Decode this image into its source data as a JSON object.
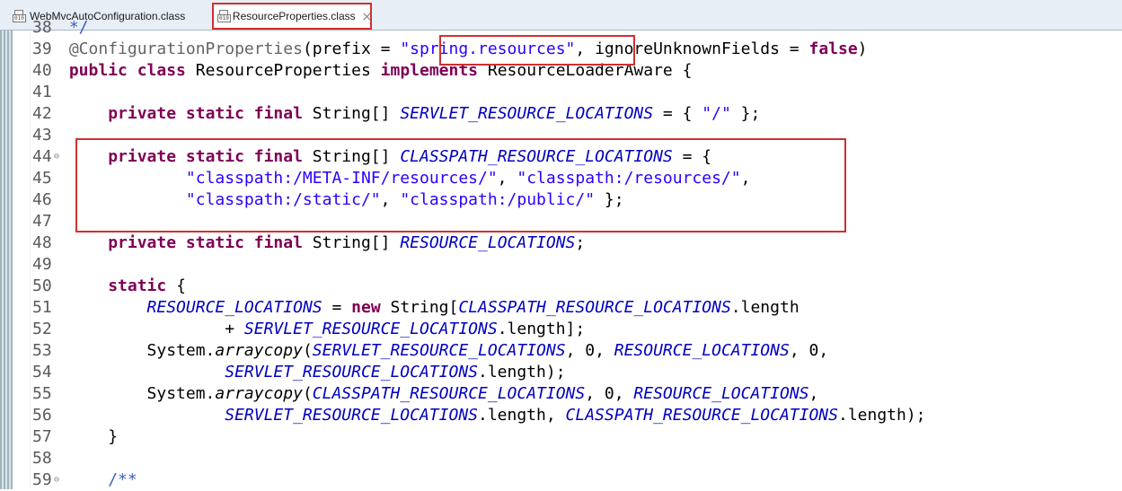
{
  "tabs": [
    {
      "label": "WebMvcAutoConfiguration.class"
    },
    {
      "label": "ResourceProperties.class"
    }
  ],
  "code": [
    {
      "n": "38",
      "fold": "",
      "tokens": [
        [
          "cmt",
          "*/"
        ]
      ]
    },
    {
      "n": "39",
      "fold": "",
      "tokens": [
        [
          "ann",
          "@ConfigurationProperties"
        ],
        [
          "",
          "(prefix = "
        ],
        [
          "str",
          "\"spring.resources\""
        ],
        [
          "",
          ", ignoreUnknownFields = "
        ],
        [
          "kw",
          "false"
        ],
        [
          "",
          ")"
        ]
      ]
    },
    {
      "n": "40",
      "fold": "",
      "tokens": [
        [
          "kw",
          "public class"
        ],
        [
          "",
          " ResourceProperties "
        ],
        [
          "kw",
          "implements"
        ],
        [
          "",
          " ResourceLoaderAware {"
        ]
      ]
    },
    {
      "n": "41",
      "fold": "",
      "tokens": []
    },
    {
      "n": "42",
      "fold": "",
      "tokens": [
        [
          "",
          "    "
        ],
        [
          "kw",
          "private static final"
        ],
        [
          "",
          " String[] "
        ],
        [
          "fld",
          "SERVLET_RESOURCE_LOCATIONS"
        ],
        [
          "",
          " = { "
        ],
        [
          "str",
          "\"/\""
        ],
        [
          "",
          " };"
        ]
      ]
    },
    {
      "n": "43",
      "fold": "",
      "tokens": []
    },
    {
      "n": "44",
      "fold": "⊖",
      "tokens": [
        [
          "",
          "    "
        ],
        [
          "kw",
          "private static final"
        ],
        [
          "",
          " String[] "
        ],
        [
          "fld",
          "CLASSPATH_RESOURCE_LOCATIONS"
        ],
        [
          "",
          " = {"
        ]
      ]
    },
    {
      "n": "45",
      "fold": "",
      "tokens": [
        [
          "",
          "            "
        ],
        [
          "str",
          "\"classpath:/META-INF/resources/\""
        ],
        [
          "",
          ", "
        ],
        [
          "str",
          "\"classpath:/resources/\""
        ],
        [
          "",
          ","
        ]
      ]
    },
    {
      "n": "46",
      "fold": "",
      "tokens": [
        [
          "",
          "            "
        ],
        [
          "str",
          "\"classpath:/static/\""
        ],
        [
          "",
          ", "
        ],
        [
          "str",
          "\"classpath:/public/\""
        ],
        [
          "",
          " };"
        ]
      ]
    },
    {
      "n": "47",
      "fold": "",
      "tokens": []
    },
    {
      "n": "48",
      "fold": "",
      "tokens": [
        [
          "",
          "    "
        ],
        [
          "kw",
          "private static final"
        ],
        [
          "",
          " String[] "
        ],
        [
          "fld",
          "RESOURCE_LOCATIONS"
        ],
        [
          "",
          ";"
        ]
      ]
    },
    {
      "n": "49",
      "fold": "",
      "tokens": []
    },
    {
      "n": "50",
      "fold": "",
      "tokens": [
        [
          "",
          "    "
        ],
        [
          "kw",
          "static"
        ],
        [
          "",
          " {"
        ]
      ]
    },
    {
      "n": "51",
      "fold": "",
      "tokens": [
        [
          "",
          "        "
        ],
        [
          "fld",
          "RESOURCE_LOCATIONS"
        ],
        [
          "",
          " = "
        ],
        [
          "kw",
          "new"
        ],
        [
          "",
          " String["
        ],
        [
          "fld",
          "CLASSPATH_RESOURCE_LOCATIONS"
        ],
        [
          "",
          ".length"
        ]
      ]
    },
    {
      "n": "52",
      "fold": "",
      "tokens": [
        [
          "",
          "                + "
        ],
        [
          "fld",
          "SERVLET_RESOURCE_LOCATIONS"
        ],
        [
          "",
          ".length];"
        ]
      ]
    },
    {
      "n": "53",
      "fold": "",
      "tokens": [
        [
          "",
          "        System."
        ],
        [
          "mth",
          "arraycopy"
        ],
        [
          "",
          "("
        ],
        [
          "fld",
          "SERVLET_RESOURCE_LOCATIONS"
        ],
        [
          "",
          ", 0, "
        ],
        [
          "fld",
          "RESOURCE_LOCATIONS"
        ],
        [
          "",
          ", 0,"
        ]
      ]
    },
    {
      "n": "54",
      "fold": "",
      "tokens": [
        [
          "",
          "                "
        ],
        [
          "fld",
          "SERVLET_RESOURCE_LOCATIONS"
        ],
        [
          "",
          ".length);"
        ]
      ]
    },
    {
      "n": "55",
      "fold": "",
      "tokens": [
        [
          "",
          "        System."
        ],
        [
          "mth",
          "arraycopy"
        ],
        [
          "",
          "("
        ],
        [
          "fld",
          "CLASSPATH_RESOURCE_LOCATIONS"
        ],
        [
          "",
          ", 0, "
        ],
        [
          "fld",
          "RESOURCE_LOCATIONS"
        ],
        [
          "",
          ","
        ]
      ]
    },
    {
      "n": "56",
      "fold": "",
      "tokens": [
        [
          "",
          "                "
        ],
        [
          "fld",
          "SERVLET_RESOURCE_LOCATIONS"
        ],
        [
          "",
          ".length, "
        ],
        [
          "fld",
          "CLASSPATH_RESOURCE_LOCATIONS"
        ],
        [
          "",
          ".length);"
        ]
      ]
    },
    {
      "n": "57",
      "fold": "",
      "tokens": [
        [
          "",
          "    }"
        ]
      ]
    },
    {
      "n": "58",
      "fold": "",
      "tokens": []
    },
    {
      "n": "59",
      "fold": "⊖",
      "tokens": [
        [
          "",
          "    "
        ],
        [
          "cmt",
          "/**"
        ]
      ]
    }
  ]
}
